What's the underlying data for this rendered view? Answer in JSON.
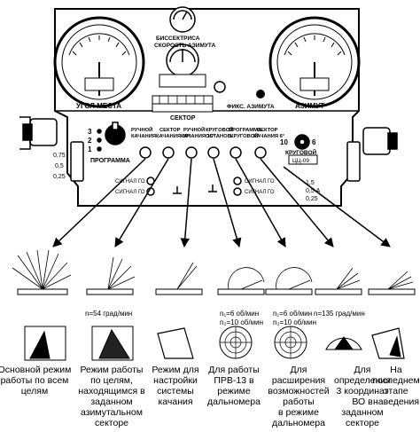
{
  "panel": {
    "bissectrisa": "БИССЕКТРИСА",
    "scale_azimuth": "СКОРОСТЬ АЗИМУТА",
    "elevation": "УГОЛ МЕСТА",
    "azimuth": "АЗИМУТ",
    "fix_azimuth": "ФИКС. АЗИМУТА",
    "sector": "СЕКТОР",
    "program": "ПРОГРАММА",
    "knob_numbers": [
      "3",
      "2",
      "1"
    ],
    "left_scale": [
      "0,75",
      "0,5",
      "0,25"
    ],
    "right_small": [
      "10",
      "6"
    ],
    "krugovoy": "КРУГОВОЙ",
    "tsts": "ЦЦ-09",
    "right_scale": [
      "1,5",
      "0,5 А",
      "0,25"
    ],
    "signal_labels": [
      "СИГНАЛ ГО",
      "СИГНАЛ ГО",
      "СИГНАЛ ГО",
      "СИГНАЛ ГО"
    ],
    "modes": [
      {
        "l1": "РУЧНОЙ",
        "l2": "КАЧАНИЯ"
      },
      {
        "l1": "СЕКТОР",
        "l2": "КАЧАНИЯ 30°"
      },
      {
        "l1": "РУЧНОЙ",
        "l2": "КАЧАНИЯ 15°"
      },
      {
        "l1": "КРУГОВОЙ",
        "l2": "ОСТАНОВ."
      },
      {
        "l1": "ПРОГРАММА",
        "l2": "КРУГОВОЙ"
      },
      {
        "l1": "СЕКТОР",
        "l2": "КАЧАНИЯ 6°"
      }
    ]
  },
  "annotations": {
    "speed1": "n=54 град/мин",
    "n1a": "n₁=6 об/мин",
    "n2a": "n₂=10 об/мин",
    "n1b": "n₁=6 об/мин",
    "n2b": "n₂=10 об/мин",
    "speed2": "n=135 град/мин"
  },
  "captions": [
    "Основной режим\nработы по всем\nцелям",
    "Режим работы\nпо целям,\nнаходящимся в\nзаданном\nазимутальном\nсекторе",
    "Режим для\nнастройки\nсистемы\nкачания",
    "Для работы\nПРВ-13 в\nрежиме\nдальномера",
    "Для\nрасширения\nвозможностей\nработы\nв режиме\nдальномера",
    "Для\nопределения\n3 координат\nВО в\nзаданном\nсекторе",
    "На\nпоследнем\nэтапе\nнаведения"
  ]
}
